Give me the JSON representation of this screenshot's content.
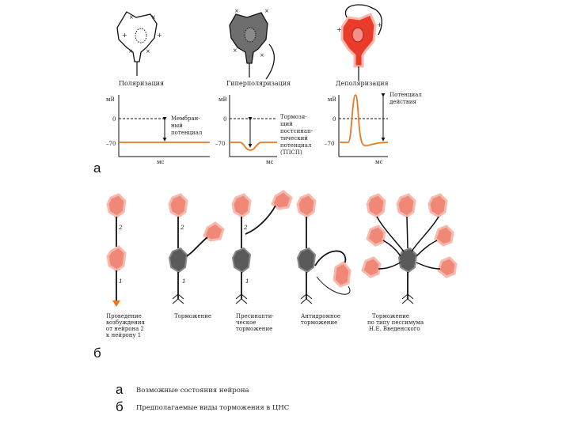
{
  "panel_a": {
    "letter": "а",
    "states": [
      {
        "title": "Поляризация",
        "units": "мВ",
        "zero": "0",
        "rest": "–70",
        "time": "мс",
        "annotation": [
          "Мембран-",
          "ный",
          "потенциал"
        ]
      },
      {
        "title": "Гиперполяризация",
        "units": "мВ",
        "zero": "0",
        "rest": "–70",
        "time": "мс",
        "annotation": [
          "Тормозя-",
          "щий",
          "постсинап-",
          "тический",
          "потенциал",
          "(ТПСП)"
        ]
      },
      {
        "title": "Деполяризация",
        "units": "мВ",
        "zero": "0",
        "rest": "–70",
        "time": "мс",
        "annotation": [
          "Потенциал",
          "действия"
        ]
      }
    ]
  },
  "panel_b": {
    "letter": "б",
    "captions": [
      [
        "Проведение",
        "возбуждения",
        "от нейрона 2",
        "к нейрону 1"
      ],
      [
        "Торможение"
      ],
      [
        "Пресинапти-",
        "ческое",
        "торможение"
      ],
      [
        "Антидромное",
        "торможение"
      ],
      [
        "Торможение",
        "по типу пессимума",
        "Н.Е. Введенского"
      ]
    ],
    "neuron_labels": {
      "one": "1",
      "two": "2"
    }
  },
  "legend": [
    {
      "letter": "а",
      "text": "Возможные состояния нейрона"
    },
    {
      "letter": "б",
      "text": "Предполагаемые виды торможения в ЦНС"
    }
  ],
  "colors": {
    "excitatory": "#f08878",
    "excitatory_glow": "#f6b9ad",
    "inhibitory": "#5a5a5a",
    "trace": "#e8791f",
    "red_neuron": "#ea3b2a"
  }
}
